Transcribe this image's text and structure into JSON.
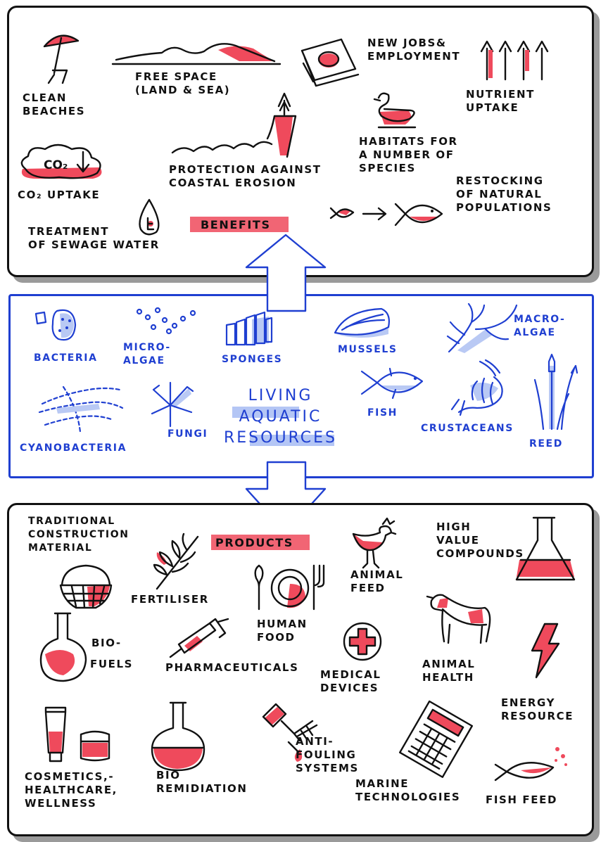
{
  "benefits": {
    "title": "BENEFITS",
    "items": {
      "clean_beaches": "CLEAN\nBEACHES",
      "free_space": "FREE SPACE\n(LAND & SEA)",
      "jobs": "NEW JOBS&\nEMPLOYMENT",
      "nutrient": "NUTRIENT\nUPTAKE",
      "co2_icon": "CO₂",
      "co2": "CO₂ UPTAKE",
      "protection": "PROTECTION AGAINST\nCOASTAL EROSION",
      "habitats": "HABITATS FOR\nA NUMBER OF\nSPECIES",
      "restocking": "RESTOCKING\nOF NATURAL\nPOPULATIONS",
      "sewage": "TREATMENT\nOF SEWAGE WATER"
    }
  },
  "living": {
    "title": "LIVING\nAQUATIC\nRESOURCES",
    "items": {
      "bacteria": "BACTERIA",
      "microalgae": "MICRO-\nALGAE",
      "sponges": "SPONGES",
      "mussels": "MUSSELS",
      "macroalgae": "MACRO-\nALGAE",
      "cyanobacteria": "CYANOBACTERIA",
      "fungi": "FUNGI",
      "fish": "FISH",
      "crustaceans": "CRUSTACEANS",
      "reed": "REED"
    }
  },
  "products": {
    "title": "PRODUCTS",
    "items": {
      "construction": "TRADITIONAL\nCONSTRUCTION\nMATERIAL",
      "fertiliser": "FERTILISER",
      "animal_feed": "ANIMAL\nFEED",
      "high_value": "HIGH\nVALUE\nCOMPOUNDS",
      "human_food": "HUMAN\nFOOD",
      "bio": "BIO-",
      "fuels": "FUELS",
      "pharma": "PHARMACEUTICALS",
      "medical": "MEDICAL\nDEVICES",
      "animal_health": "ANIMAL\nHEALTH",
      "energy": "ENERGY\nRESOURCE",
      "antifouling": "ANTI-\nFOULING\nSYSTEMS",
      "cosmetics": "COSMETICS,-\nHEALTHCARE,\nWELLNESS",
      "bioremediation": "BIO\nREMIDIATION",
      "marine_tech": "MARINE\nTECHNOLOGIES",
      "fish_feed": "FISH FEED"
    }
  },
  "colors": {
    "accent_red": "#ef4a5c",
    "accent_blue": "#1f3fd1",
    "highlight_blue": "#9bb3f2",
    "ink": "#111111"
  }
}
